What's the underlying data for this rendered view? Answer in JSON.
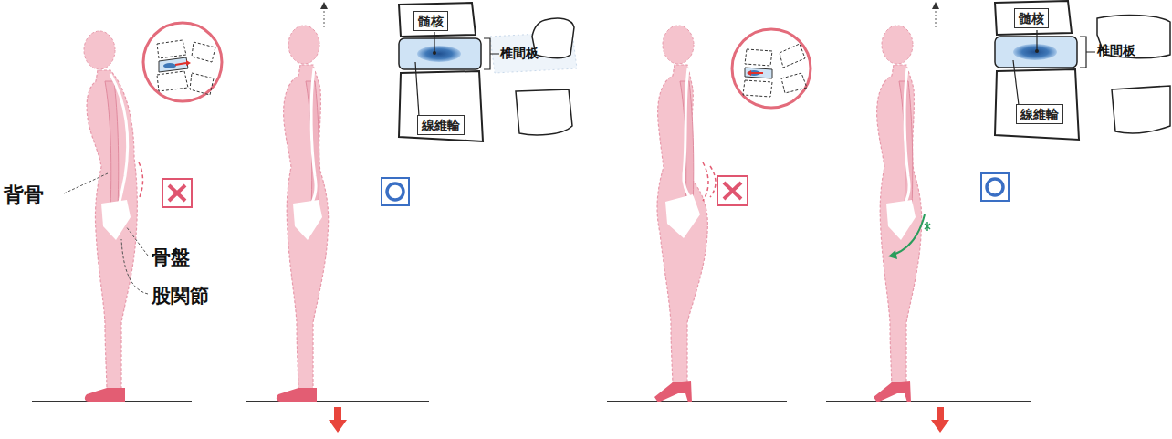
{
  "diagram": {
    "nodes": [
      {
        "text": [
          "髄核"
        ]
      },
      {
        "text": [
          "線維輪"
        ]
      },
      {
        "text": [
          "髄核"
        ]
      },
      {
        "text": [
          "線維輪"
        ]
      }
    ],
    "labels": [
      "背骨",
      "骨盤",
      "股関節",
      "椎間板",
      "椎間板"
    ]
  }
}
